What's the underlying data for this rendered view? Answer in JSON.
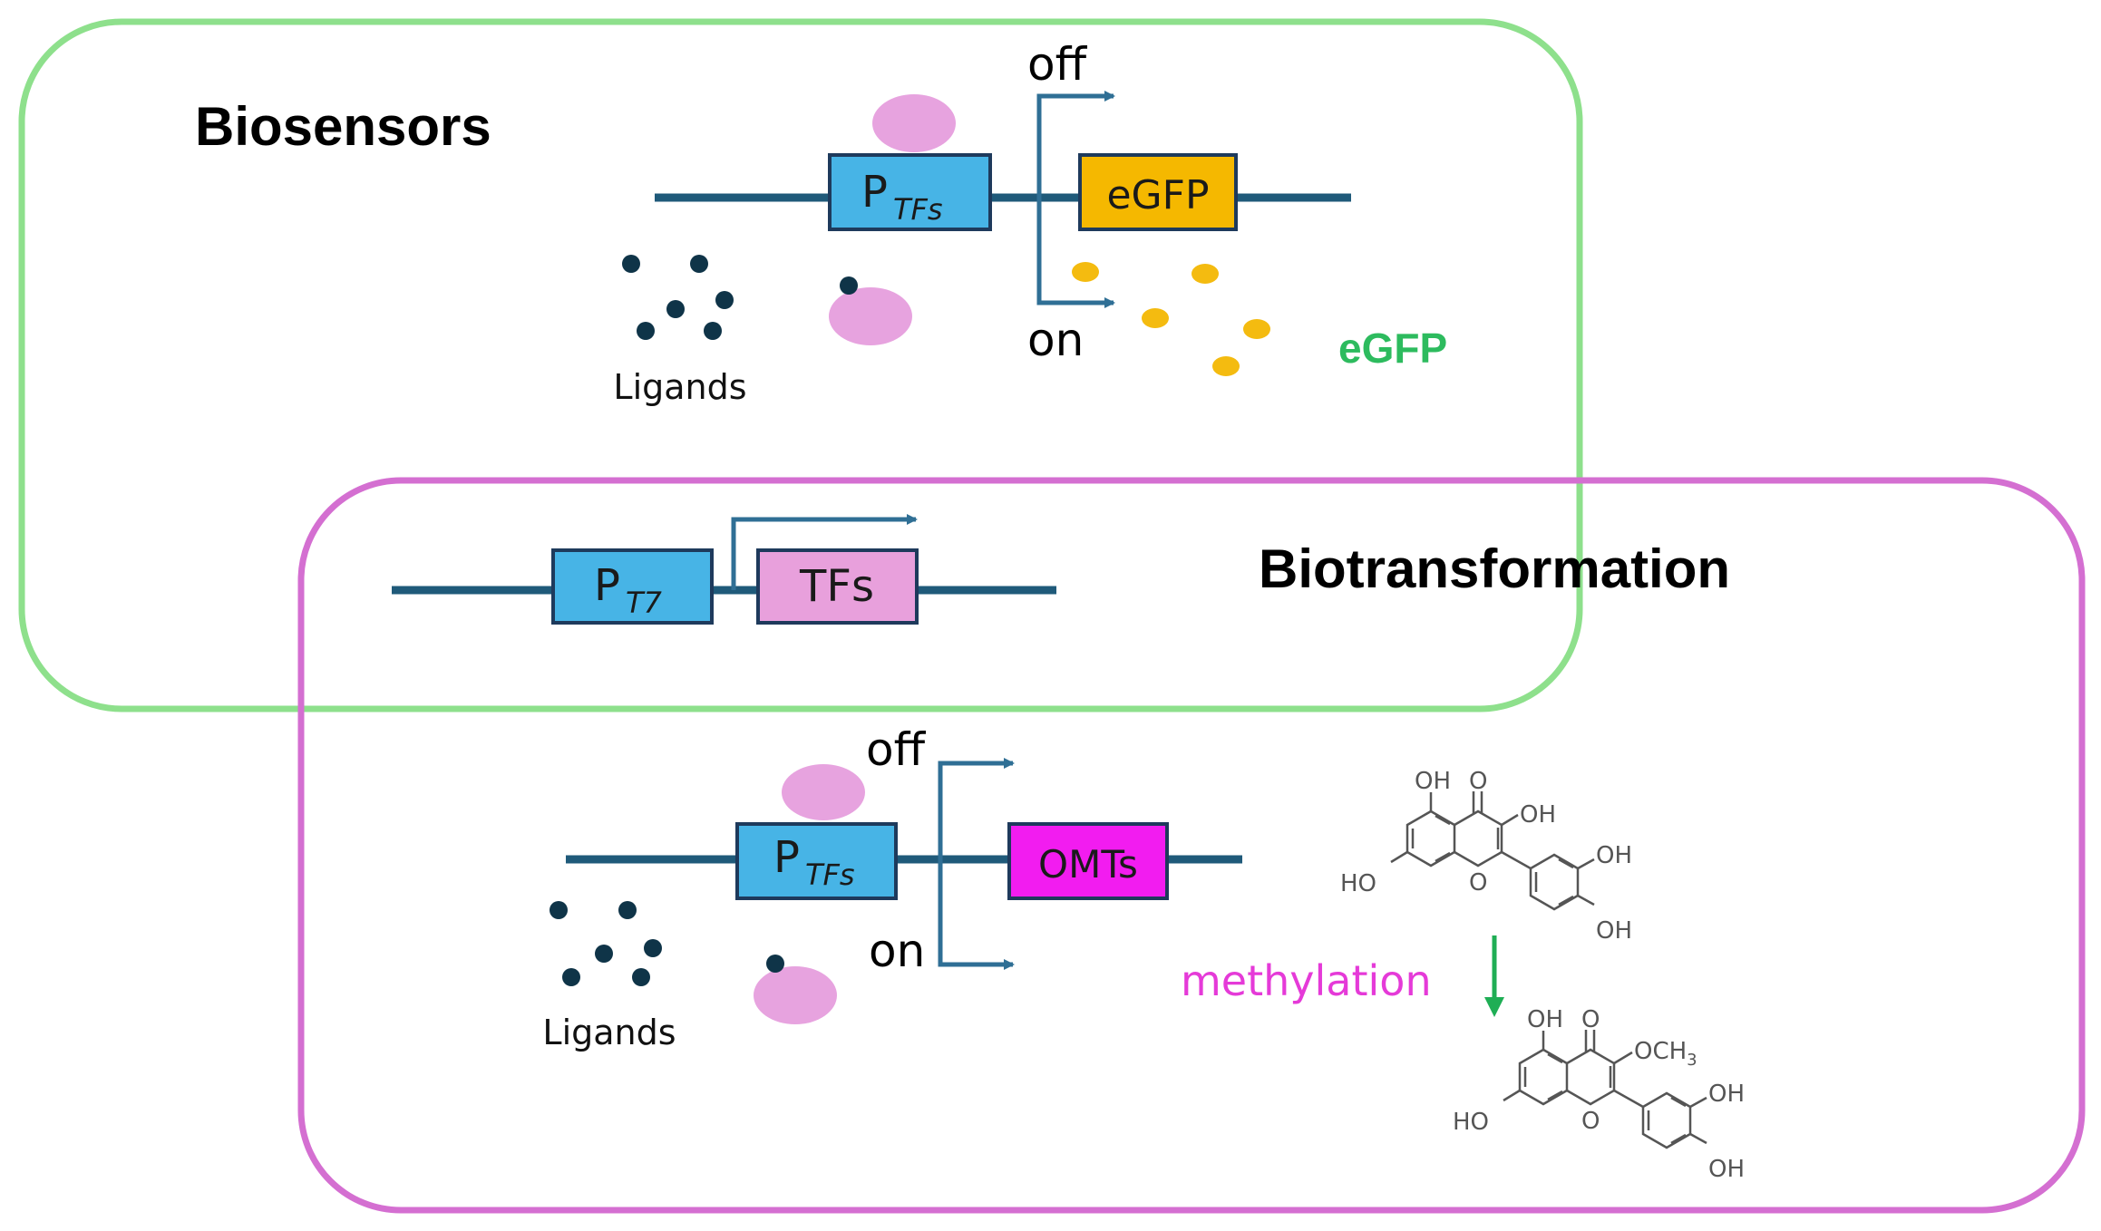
{
  "colors": {
    "biosensor_frame": "#8ee08c",
    "biotransformation_frame": "#d46fd1",
    "dna_line": "#1f5a7a",
    "promoter_fill": "#47b4e6",
    "box_border": "#1e3a5c",
    "egfp_fill": "#f5b800",
    "tfs_fill": "#e8a0dc",
    "omts_fill": "#f21cf0",
    "tf_protein": "#e7a3df",
    "ligand": "#0f3448",
    "egfp_dot": "#f4bb10",
    "arrow": "#2f6f95",
    "egfp_label": "#2dbb5e",
    "methylation_label": "#e53ad8",
    "methylation_arrow": "#1fae55",
    "molecule": "#555555"
  },
  "biosensors": {
    "title": "Biosensors",
    "promoter": {
      "letter": "P",
      "subscript": "TFs"
    },
    "reporter_label": "eGFP",
    "off_label": "off",
    "on_label": "on",
    "ligands_label": "Ligands",
    "output_label": "eGFP"
  },
  "expression": {
    "promoter": {
      "letter": "P",
      "subscript": "T7"
    },
    "gene_label": "TFs"
  },
  "biotransformation": {
    "title": "Biotransformation",
    "promoter": {
      "letter": "P",
      "subscript": "TFs"
    },
    "gene_label": "OMTs",
    "off_label": "off",
    "on_label": "on",
    "ligands_label": "Ligands",
    "reaction_label": "methylation"
  },
  "substrate": {
    "oh_top": "OH",
    "carbonyl": "O",
    "oh_3": "OH",
    "ho_7": "HO",
    "ring_o": "O",
    "oh_3p": "OH",
    "oh_4p": "OH"
  },
  "product": {
    "oh_top": "OH",
    "carbonyl": "O",
    "och3_prefix": "OCH",
    "och3_sub": "3",
    "ho_7": "HO",
    "ring_o": "O",
    "oh_3p": "OH",
    "oh_4p": "OH"
  }
}
